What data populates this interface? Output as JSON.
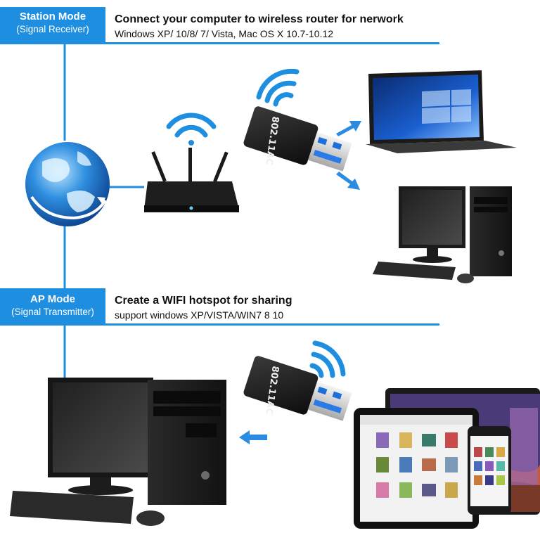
{
  "station": {
    "mode_title": "Station Mode",
    "mode_subtitle": "(Signal Receiver)",
    "heading": "Connect your computer to wireless router for nerwork",
    "subheading": "Windows XP/ 10/8/ 7/ Vista, Mac OS X 10.7-10.12"
  },
  "ap": {
    "mode_title": "AP Mode",
    "mode_subtitle": "(Signal Transmitter)",
    "heading": "Create a WIFI hotspot for sharing",
    "subheading": "support windows XP/VISTA/WIN7 8 10"
  },
  "adapter_label": "802.11AC",
  "colors": {
    "accent": "#1e8fe0",
    "arrow": "#2b8be0"
  },
  "icons": [
    "globe-icon",
    "router-icon",
    "wifi-signal-icon",
    "usb-adapter-icon",
    "laptop-icon",
    "desktop-pc-icon",
    "tablet-icon",
    "phone-icon",
    "arrow-icon"
  ]
}
